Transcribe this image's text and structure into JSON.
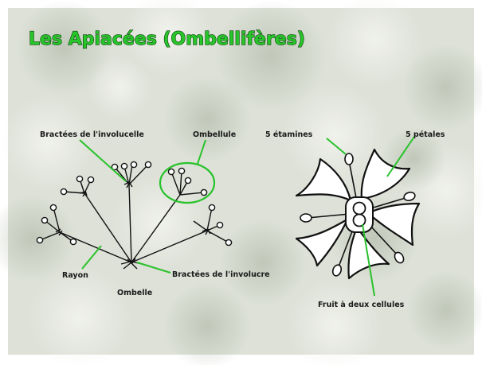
{
  "title": "Les Apiacées (Ombellifères)",
  "labels": {
    "bractees_involucelle": "Bractées de l'involucelle",
    "ombellule": "Ombellule",
    "rayon": "Rayon",
    "ombelle": "Ombelle",
    "bractees_involucre": "Bractées de l'involucre",
    "etamines": "5 étamines",
    "petales": "5 pétales",
    "fruit": "Fruit à deux cellules"
  },
  "colors": {
    "accent": "#28c22b",
    "title": "#27c52a",
    "background": "#dfe3da",
    "ink": "#111111"
  }
}
